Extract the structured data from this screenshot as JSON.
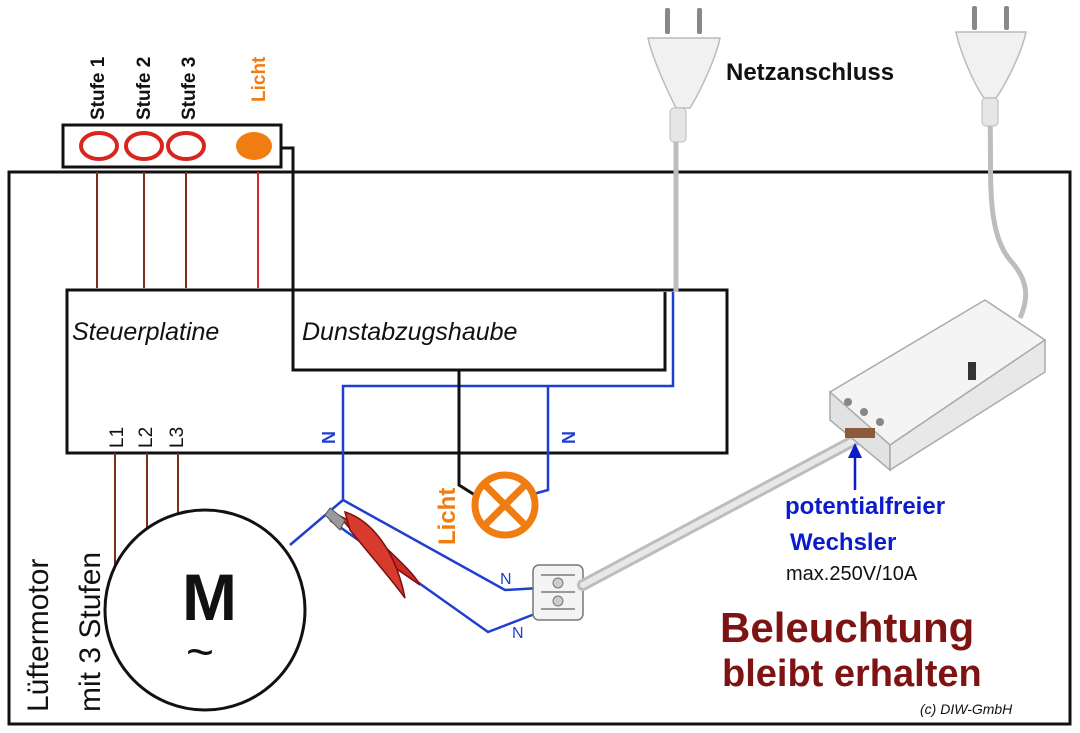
{
  "labels": {
    "stufe1": "Stufe 1",
    "stufe2": "Stufe 2",
    "stufe3": "Stufe 3",
    "licht_top": "Licht",
    "netzanschluss": "Netzanschluss",
    "steuerplatine": "Steuerplatine",
    "dunstabzugshaube": "Dunstabzugshaube",
    "l1": "L1",
    "l2": "L2",
    "l3": "L3",
    "n_left": "N",
    "n_right": "N",
    "licht_lamp": "Licht",
    "motor_symbol": "M",
    "motor_tilde": "~",
    "luftermotor": "Lüftermotor",
    "mit_3_stufen": "mit 3 Stufen",
    "n_terminal_1": "N",
    "n_terminal_2": "N",
    "potentialfreier": "potentialfreier",
    "wechsler": "Wechsler",
    "rating": "max.250V/10A",
    "beleuchtung": "Beleuchtung",
    "bleibt_erhalten": "bleibt erhalten",
    "copyright": "(c) DIW-GmbH"
  },
  "colors": {
    "frame": "#111111",
    "brown_wire": "#7a2e1e",
    "red_wire": "#d22a2a",
    "blue_wire": "#1f3fd1",
    "orange": "#ef7d12",
    "button_red": "#d8261f",
    "dark_red_text": "#7d1313",
    "blue_text": "#0b1ccc",
    "plug_white": "#f1f1f1",
    "cable_grey": "#bdbdbd"
  }
}
